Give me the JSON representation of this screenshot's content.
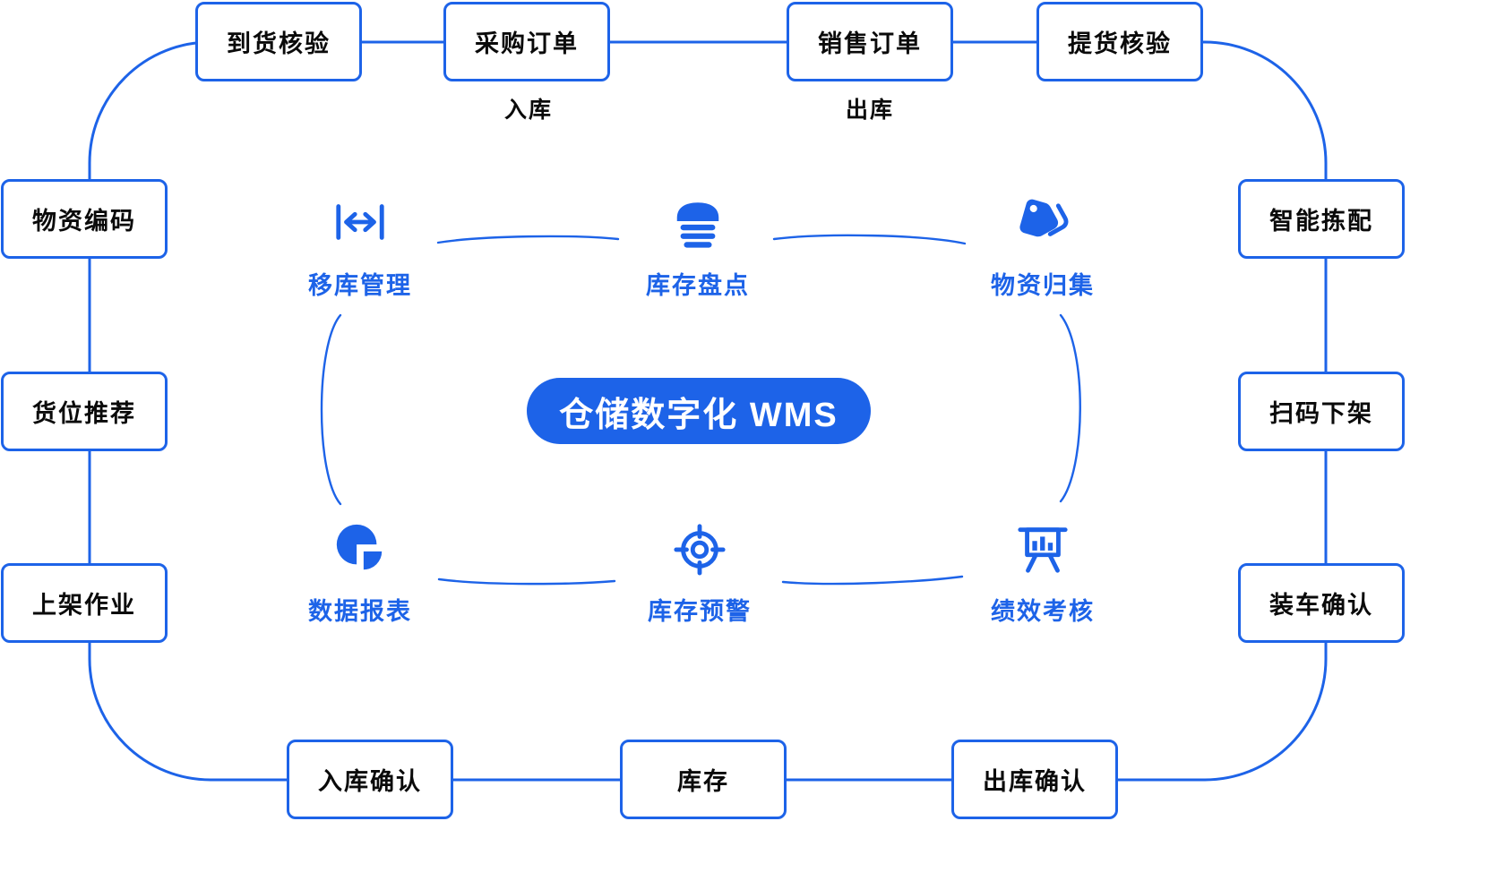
{
  "center": {
    "label": "仓储数字化 WMS"
  },
  "flow_labels": {
    "inbound": "入库",
    "outbound": "出库"
  },
  "outer_nodes": {
    "top": [
      "到货核验",
      "采购订单",
      "销售订单",
      "提货核验"
    ],
    "left": [
      "物资编码",
      "货位推荐",
      "上架作业"
    ],
    "right": [
      "智能拣配",
      "扫码下架",
      "装车确认"
    ],
    "bottom": [
      "入库确认",
      "库存",
      "出库确认"
    ]
  },
  "inner_nodes": [
    {
      "label": "移库管理",
      "icon": "move-arrows-icon"
    },
    {
      "label": "库存盘点",
      "icon": "warehouse-icon"
    },
    {
      "label": "物资归集",
      "icon": "tags-icon"
    },
    {
      "label": "数据报表",
      "icon": "pie-chart-icon"
    },
    {
      "label": "库存预警",
      "icon": "target-icon"
    },
    {
      "label": "绩效考核",
      "icon": "presentation-chart-icon"
    }
  ],
  "colors": {
    "accent": "#1d63e8",
    "node_text": "#0a0a0a",
    "background": "#ffffff"
  }
}
